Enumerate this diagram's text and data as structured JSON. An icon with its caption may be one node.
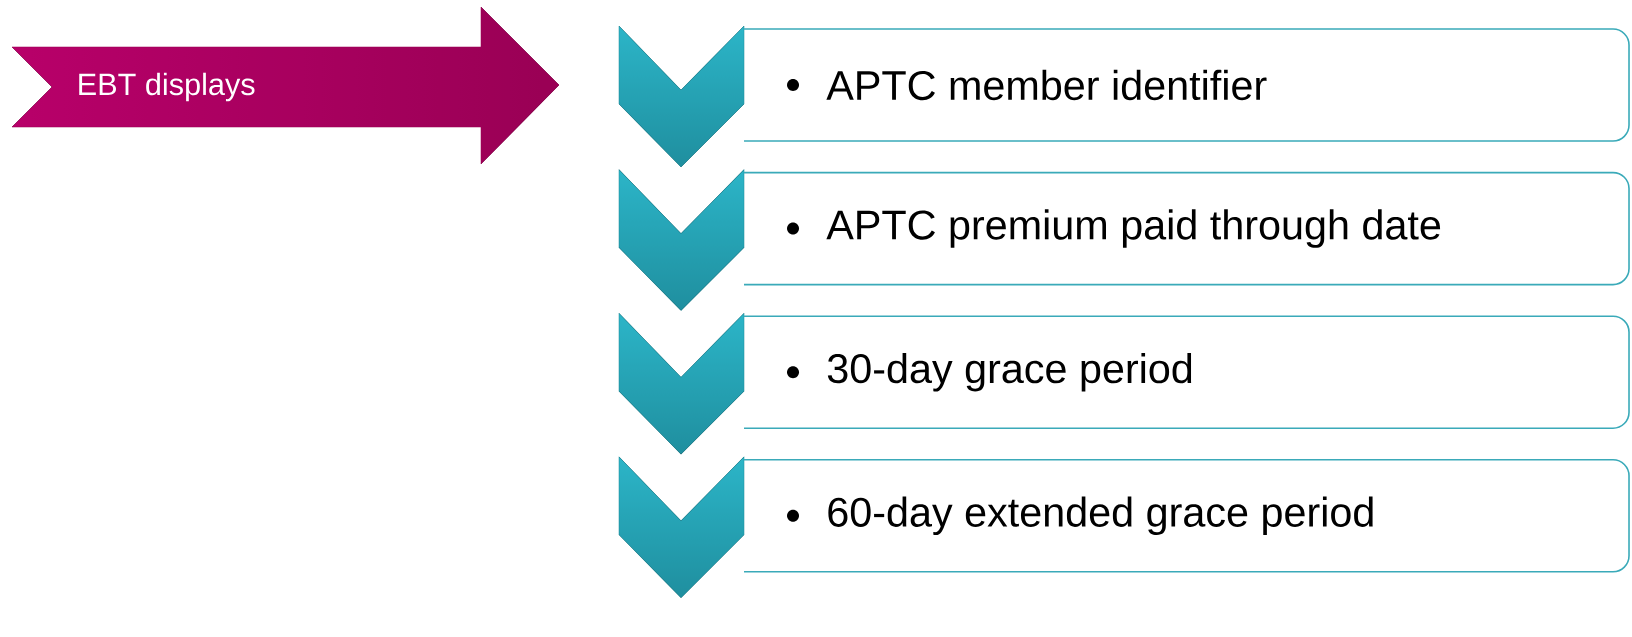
{
  "diagram": {
    "nodes": [
      {
        "text": [
          "EBT displays"
        ]
      },
      {
        "text": [],
        "shape": "chevron"
      },
      {
        "text": [
          "APTC member identifier"
        ]
      },
      {
        "text": [],
        "shape": "chevron"
      },
      {
        "text": [
          "APTC premium paid through date"
        ]
      },
      {
        "text": [],
        "shape": "chevron"
      },
      {
        "text": [
          "30-day grace period"
        ]
      },
      {
        "text": [],
        "shape": "chevron"
      },
      {
        "text": [
          "60-day extended grace period"
        ]
      }
    ]
  }
}
